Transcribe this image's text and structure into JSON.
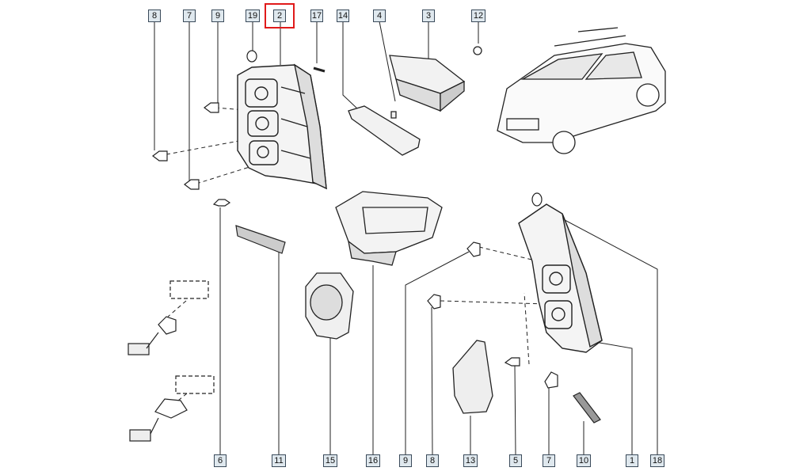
{
  "diagram": {
    "highlight_color": "#e01a1a",
    "line_color": "#222222",
    "label_bg": "#dfe8ee",
    "callouts": {
      "top": [
        {
          "id": "c8a",
          "text": "8"
        },
        {
          "id": "c7a",
          "text": "7"
        },
        {
          "id": "c9a",
          "text": "9"
        },
        {
          "id": "c19",
          "text": "19"
        },
        {
          "id": "c2",
          "text": "2",
          "selected": true
        },
        {
          "id": "c17",
          "text": "17"
        },
        {
          "id": "c14",
          "text": "14"
        },
        {
          "id": "c4",
          "text": "4"
        },
        {
          "id": "c3",
          "text": "3"
        },
        {
          "id": "c12",
          "text": "12"
        }
      ],
      "bottom": [
        {
          "id": "c6",
          "text": "6"
        },
        {
          "id": "c11",
          "text": "11"
        },
        {
          "id": "c15",
          "text": "15"
        },
        {
          "id": "c16",
          "text": "16"
        },
        {
          "id": "c9b",
          "text": "9"
        },
        {
          "id": "c8b",
          "text": "8"
        },
        {
          "id": "c13",
          "text": "13"
        },
        {
          "id": "c5",
          "text": "5"
        },
        {
          "id": "c7b",
          "text": "7"
        },
        {
          "id": "c10",
          "text": "10"
        },
        {
          "id": "c1",
          "text": "1"
        },
        {
          "id": "c18",
          "text": "18"
        }
      ]
    }
  }
}
